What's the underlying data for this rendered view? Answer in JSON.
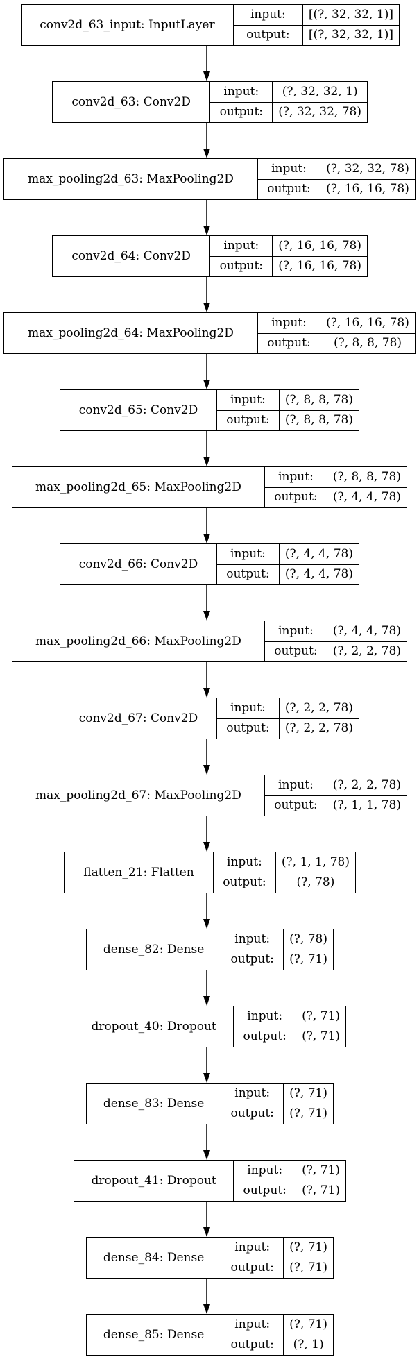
{
  "diagram": {
    "labels": {
      "input": "input:",
      "output": "output:"
    },
    "layers": [
      {
        "name": "conv2d_63_input: InputLayer",
        "input": "[(?, 32, 32, 1)]",
        "output": "[(?, 32, 32, 1)]"
      },
      {
        "name": "conv2d_63: Conv2D",
        "input": "(?, 32, 32, 1)",
        "output": "(?, 32, 32, 78)"
      },
      {
        "name": "max_pooling2d_63: MaxPooling2D",
        "input": "(?, 32, 32, 78)",
        "output": "(?, 16, 16, 78)"
      },
      {
        "name": "conv2d_64: Conv2D",
        "input": "(?, 16, 16, 78)",
        "output": "(?, 16, 16, 78)"
      },
      {
        "name": "max_pooling2d_64: MaxPooling2D",
        "input": "(?, 16, 16, 78)",
        "output": "(?, 8, 8, 78)"
      },
      {
        "name": "conv2d_65: Conv2D",
        "input": "(?, 8, 8, 78)",
        "output": "(?, 8, 8, 78)"
      },
      {
        "name": "max_pooling2d_65: MaxPooling2D",
        "input": "(?, 8, 8, 78)",
        "output": "(?, 4, 4, 78)"
      },
      {
        "name": "conv2d_66: Conv2D",
        "input": "(?, 4, 4, 78)",
        "output": "(?, 4, 4, 78)"
      },
      {
        "name": "max_pooling2d_66: MaxPooling2D",
        "input": "(?, 4, 4, 78)",
        "output": "(?, 2, 2, 78)"
      },
      {
        "name": "conv2d_67: Conv2D",
        "input": "(?, 2, 2, 78)",
        "output": "(?, 2, 2, 78)"
      },
      {
        "name": "max_pooling2d_67: MaxPooling2D",
        "input": "(?, 2, 2, 78)",
        "output": "(?, 1, 1, 78)"
      },
      {
        "name": "flatten_21: Flatten",
        "input": "(?, 1, 1, 78)",
        "output": "(?, 78)"
      },
      {
        "name": "dense_82: Dense",
        "input": "(?, 78)",
        "output": "(?, 71)"
      },
      {
        "name": "dropout_40: Dropout",
        "input": "(?, 71)",
        "output": "(?, 71)"
      },
      {
        "name": "dense_83: Dense",
        "input": "(?, 71)",
        "output": "(?, 71)"
      },
      {
        "name": "dropout_41: Dropout",
        "input": "(?, 71)",
        "output": "(?, 71)"
      },
      {
        "name": "dense_84: Dense",
        "input": "(?, 71)",
        "output": "(?, 71)"
      },
      {
        "name": "dense_85: Dense",
        "input": "(?, 71)",
        "output": "(?, 1)"
      }
    ]
  }
}
